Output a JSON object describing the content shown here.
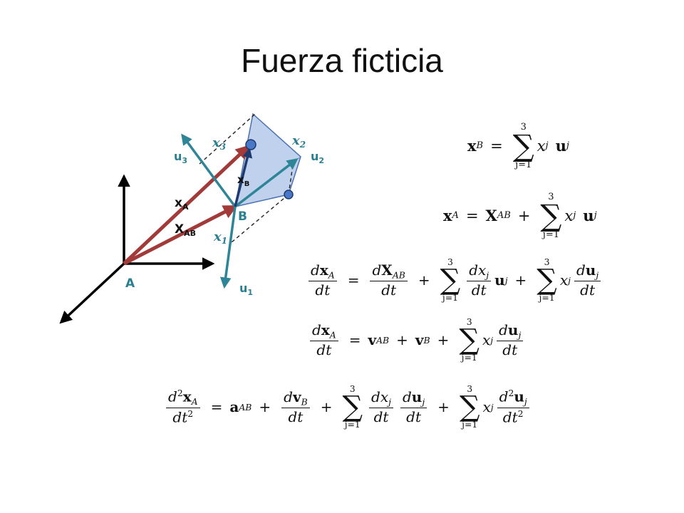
{
  "title": "Fuerza ficticia",
  "diagram": {
    "labels": {
      "u3": "u",
      "u3_sub": "3",
      "u2": "u",
      "u2_sub": "2",
      "u1": "u",
      "u1_sub": "1",
      "x3": "x",
      "x3_sub": "3",
      "x2": "x",
      "x2_sub": "2",
      "x1": "x",
      "x1_sub": "1",
      "xB": "x",
      "xB_sub": "B",
      "xA": "x",
      "xA_sub": "A",
      "XAB": "X",
      "XAB_sub": "AB",
      "B": "B",
      "A": "A"
    },
    "colors": {
      "frame": "#000000",
      "position_vectors": "#a33a3a",
      "moving_axes": "#2e8597",
      "plane_fill": "#a9c1e6",
      "plane_stroke": "#4b72b0",
      "point": "#4a78c8",
      "label_teal": "#2a7f90"
    }
  },
  "equations": {
    "sum_upper": "3",
    "sum_lower": "j=1",
    "eq1": {
      "lhs": "x",
      "lhs_sub": "B",
      "eq": "=",
      "var": "x",
      "var_sub": "j",
      "vec": "u",
      "vec_sub": "j"
    },
    "eq2": {
      "lhs": "x",
      "lhs_sub": "A",
      "eq": "=",
      "X": "X",
      "X_sub": "AB",
      "plus": "+",
      "var": "x",
      "var_sub": "j",
      "vec": "u",
      "vec_sub": "j"
    },
    "eq3": {
      "d": "d",
      "dt": "dt",
      "xA": "x",
      "xA_sub": "A",
      "XAB": "X",
      "XAB_sub": "AB",
      "xj": "x",
      "xj_sub": "j",
      "u": "u",
      "u_sub": "j",
      "eq": "=",
      "plus": "+"
    },
    "eq4": {
      "d": "d",
      "dt": "dt",
      "xA": "x",
      "xA_sub": "A",
      "eq": "=",
      "vAB": "v",
      "vAB_sub": "AB",
      "vB": "v",
      "vB_sub": "B",
      "plus": "+",
      "xj": "x",
      "xj_sub": "j",
      "u": "u",
      "u_sub": "j"
    },
    "eq5": {
      "d2": "d",
      "sq": "2",
      "dt": "dt",
      "xA": "x",
      "xA_sub": "A",
      "eq": "=",
      "aAB": "a",
      "aAB_sub": "AB",
      "plus": "+",
      "d": "d",
      "vB": "v",
      "vB_sub": "B",
      "xj": "x",
      "xj_sub": "j",
      "u": "u",
      "u_sub": "j"
    }
  }
}
